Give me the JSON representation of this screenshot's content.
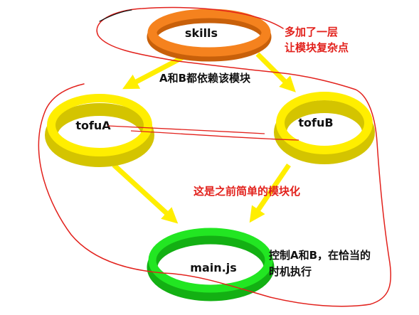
{
  "nodes": {
    "skills": {
      "label": "skills",
      "color": "#F5821E",
      "colorDark": "#C8600A"
    },
    "tofuA": {
      "label": "tofuA",
      "color": "#FFEE00",
      "colorDark": "#D4C400"
    },
    "tofuB": {
      "label": "tofuB",
      "color": "#FFEE00",
      "colorDark": "#D4C400"
    },
    "main": {
      "label": "main.js",
      "color": "#22E622",
      "colorDark": "#13B013"
    }
  },
  "notes": {
    "extra_layer_line1": "多加了一层",
    "extra_layer_line2": "让模块复杂点",
    "depends": "A和B都依赖该模块",
    "previous": "这是之前简单的模块化",
    "control_line1": "控制A和B，在恰当的",
    "control_line2": "时机执行"
  },
  "colors": {
    "annotation_red": "#E2211C",
    "annotation_black": "#111111",
    "arrow_yellow": "#FFEE00"
  }
}
